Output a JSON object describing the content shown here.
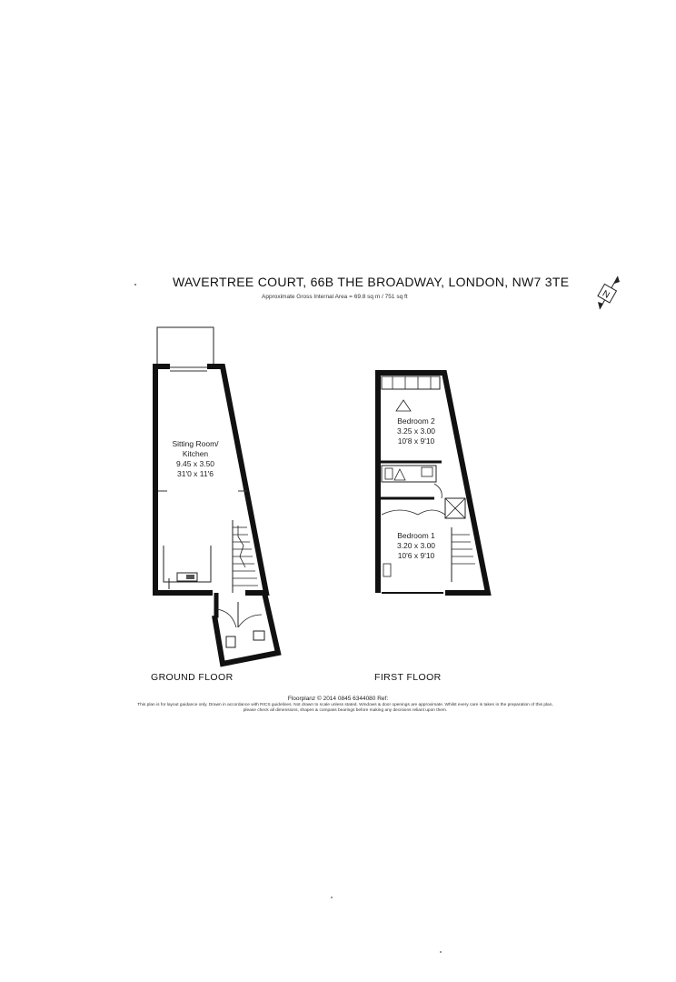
{
  "header": {
    "title": "WAVERTREE COURT, 66B THE BROADWAY, LONDON, NW7 3TE",
    "area": "Approximate Gross Internal Area = 69.8 sq m / 751 sq ft"
  },
  "compass": {
    "icon": "north-compass-icon",
    "label": "N"
  },
  "ground_floor": {
    "label": "GROUND FLOOR",
    "rooms": [
      {
        "name_line1": "Sitting Room/",
        "name_line2": "Kitchen",
        "metric": "9.45 x 3.50",
        "imperial": "31'0 x 11'6"
      }
    ]
  },
  "first_floor": {
    "label": "FIRST FLOOR",
    "rooms": [
      {
        "name": "Bedroom 2",
        "metric": "3.25 x 3.00",
        "imperial": "10'8 x 9'10"
      },
      {
        "name": "Bedroom 1",
        "metric": "3.20 x 3.00",
        "imperial": "10'6 x 9'10"
      }
    ]
  },
  "footer": {
    "credit": "Floorplanz © 2014 0845 6344080 Ref:",
    "disclaimer": "This plan is for layout guidance only. Drawn in accordance with RICS guidelines. Not drawn to scale unless stated. Windows & door openings are approximate. Whilst every care is taken in the preparation of this plan, please check all dimensions, shapes & compass bearings before making any decisions reliant upon them."
  },
  "colors": {
    "wall": "#111111",
    "line": "#222222",
    "background": "#ffffff"
  }
}
